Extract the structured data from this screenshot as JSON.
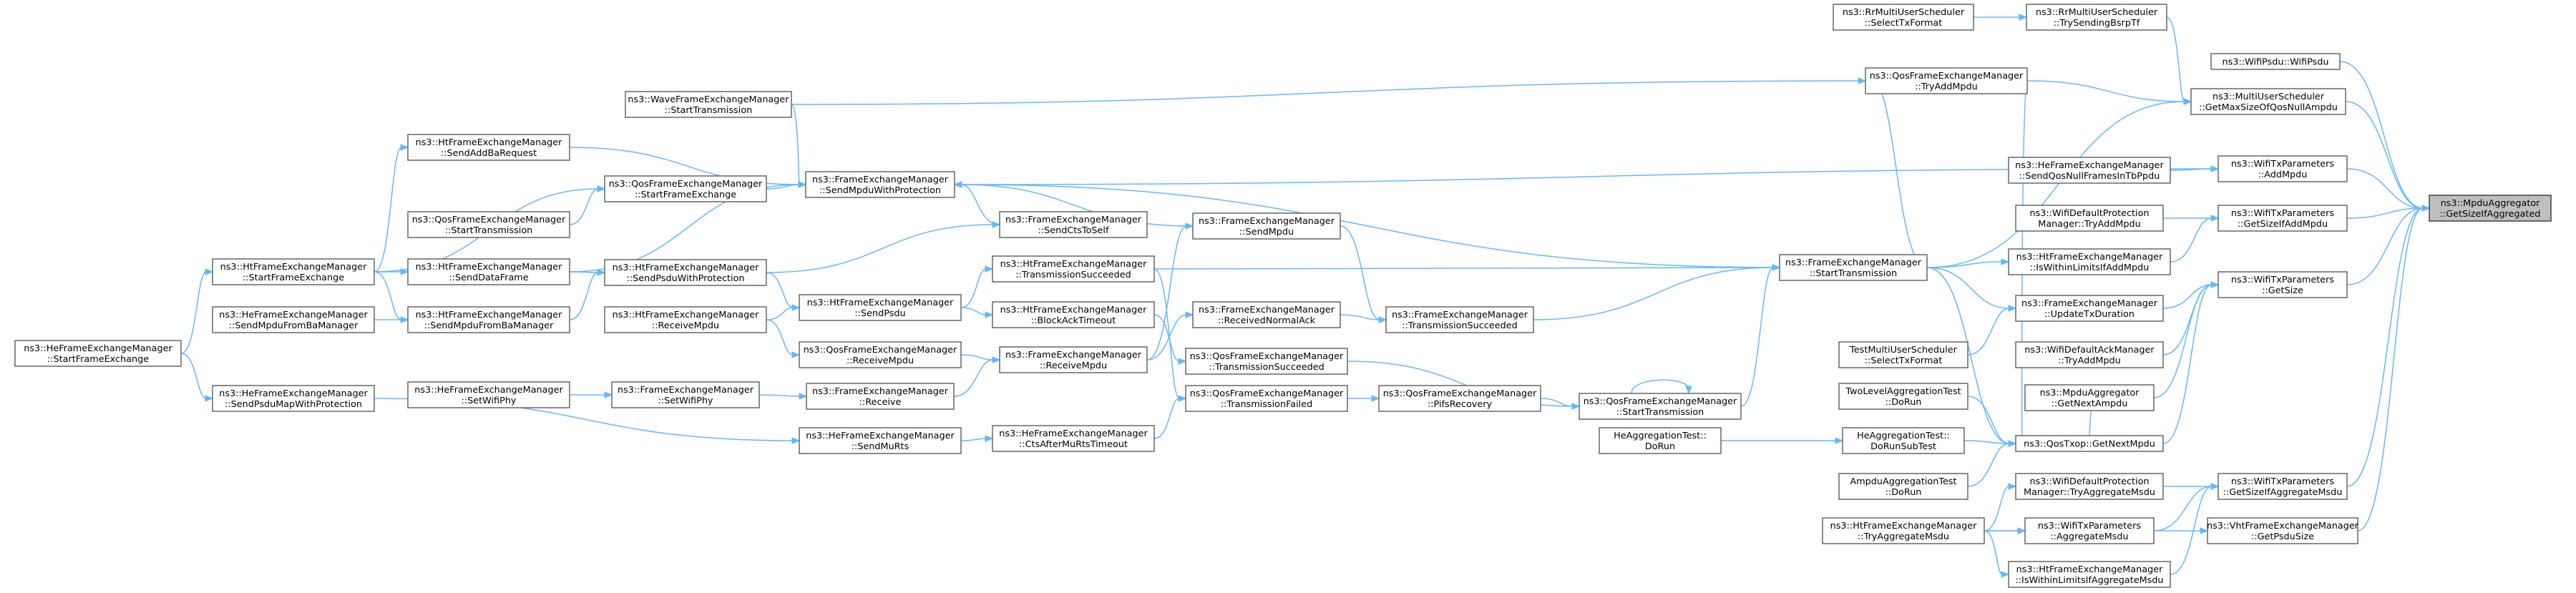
{
  "diagram": {
    "highlight_node": "getsizeifaggregated",
    "nodes": [
      {
        "id": "getsizeifaggregated",
        "lines": [
          "ns3::MpduAggregator",
          "::GetSizeIfAggregated"
        ]
      },
      {
        "id": "wifipsdu",
        "lines": [
          "ns3::WifiPsdu::WifiPsdu"
        ]
      },
      {
        "id": "musched_getmaxsize",
        "lines": [
          "ns3::MultiUserScheduler",
          "::GetMaxSizeOfQosNullAmpdu"
        ]
      },
      {
        "id": "txparams_addmpdu",
        "lines": [
          "ns3::WifiTxParameters",
          "::AddMpdu"
        ]
      },
      {
        "id": "txparams_getsizeifaddmpdu",
        "lines": [
          "ns3::WifiTxParameters",
          "::GetSizeIfAddMpdu"
        ]
      },
      {
        "id": "txparams_getsize",
        "lines": [
          "ns3::WifiTxParameters",
          "::GetSize"
        ]
      },
      {
        "id": "txparams_getsizeifaggmsdu",
        "lines": [
          "ns3::WifiTxParameters",
          "::GetSizeIfAggregateMsdu"
        ]
      },
      {
        "id": "vht_getpsdusize",
        "lines": [
          "ns3::VhtFrameExchangeManager",
          "::GetPsduSize"
        ]
      },
      {
        "id": "rr_selecttxformat",
        "lines": [
          "ns3::RrMultiUserScheduler",
          "::SelectTxFormat"
        ]
      },
      {
        "id": "rr_trysendingbsrptf",
        "lines": [
          "ns3::RrMultiUserScheduler",
          "::TrySendingBsrpTf"
        ]
      },
      {
        "id": "qos_tryaddmpdu",
        "lines": [
          "ns3::QosFrameExchangeManager",
          "::TryAddMpdu"
        ]
      },
      {
        "id": "wave_starttransmission",
        "lines": [
          "ns3::WaveFrameExchangeManager",
          "::StartTransmission"
        ]
      },
      {
        "id": "ht_sendaddbarequest",
        "lines": [
          "ns3::HtFrameExchangeManager",
          "::SendAddBaRequest"
        ]
      },
      {
        "id": "qos_startframeexchange",
        "lines": [
          "ns3::QosFrameExchangeManager",
          "::StartFrameExchange"
        ]
      },
      {
        "id": "qos_starttransmission_left",
        "lines": [
          "ns3::QosFrameExchangeManager",
          "::StartTransmission"
        ]
      },
      {
        "id": "fem_sendmpduwithprotection",
        "lines": [
          "ns3::FrameExchangeManager",
          "::SendMpduWithProtection"
        ]
      },
      {
        "id": "fem_sendctstoself",
        "lines": [
          "ns3::FrameExchangeManager",
          "::SendCtsToSelf"
        ]
      },
      {
        "id": "fem_sendmpdu",
        "lines": [
          "ns3::FrameExchangeManager",
          "::SendMpdu"
        ]
      },
      {
        "id": "ht_startframeexchange",
        "lines": [
          "ns3::HtFrameExchangeManager",
          "::StartFrameExchange"
        ]
      },
      {
        "id": "ht_senddataframe",
        "lines": [
          "ns3::HtFrameExchangeManager",
          "::SendDataFrame"
        ]
      },
      {
        "id": "ht_sendpsduwithprotection",
        "lines": [
          "ns3::HtFrameExchangeManager",
          "::SendPsduWithProtection"
        ]
      },
      {
        "id": "ht_transmissionsucceeded",
        "lines": [
          "ns3::HtFrameExchangeManager",
          "::TransmissionSucceeded"
        ]
      },
      {
        "id": "fem_starttransmission",
        "lines": [
          "ns3::FrameExchangeManager",
          "::StartTransmission"
        ]
      },
      {
        "id": "he_sendmpdufrombamanager",
        "lines": [
          "ns3::HeFrameExchangeManager",
          "::SendMpduFromBaManager"
        ]
      },
      {
        "id": "ht_sendmpdufrombamanager",
        "lines": [
          "ns3::HtFrameExchangeManager",
          "::SendMpduFromBaManager"
        ]
      },
      {
        "id": "ht_sendpsdu",
        "lines": [
          "ns3::HtFrameExchangeManager",
          "::SendPsdu"
        ]
      },
      {
        "id": "ht_blockacktimeout",
        "lines": [
          "ns3::HtFrameExchangeManager",
          "::BlockAckTimeout"
        ]
      },
      {
        "id": "fem_receivednormalack",
        "lines": [
          "ns3::FrameExchangeManager",
          "::ReceivedNormalAck"
        ]
      },
      {
        "id": "fem_transmissionsucceeded",
        "lines": [
          "ns3::FrameExchangeManager",
          "::TransmissionSucceeded"
        ]
      },
      {
        "id": "ht_receivempdu",
        "lines": [
          "ns3::HtFrameExchangeManager",
          "::ReceiveMpdu"
        ]
      },
      {
        "id": "he_startframeexchange",
        "lines": [
          "ns3::HeFrameExchangeManager",
          "::StartFrameExchange"
        ]
      },
      {
        "id": "qos_receivempdu",
        "lines": [
          "ns3::QosFrameExchangeManager",
          "::ReceiveMpdu"
        ]
      },
      {
        "id": "fem_receivempdu",
        "lines": [
          "ns3::FrameExchangeManager",
          "::ReceiveMpdu"
        ]
      },
      {
        "id": "qos_transmissionsucceeded",
        "lines": [
          "ns3::QosFrameExchangeManager",
          "::TransmissionSucceeded"
        ]
      },
      {
        "id": "qos_starttransmission_right",
        "lines": [
          "ns3::QosFrameExchangeManager",
          "::StartTransmission"
        ]
      },
      {
        "id": "he_sendpsdumapwithprotection",
        "lines": [
          "ns3::HeFrameExchangeManager",
          "::SendPsduMapWithProtection"
        ]
      },
      {
        "id": "he_setwifiphy",
        "lines": [
          "ns3::HeFrameExchangeManager",
          "::SetWifiPhy"
        ]
      },
      {
        "id": "fem_setwifiphy",
        "lines": [
          "ns3::FrameExchangeManager",
          "::SetWifiPhy"
        ]
      },
      {
        "id": "fem_receive",
        "lines": [
          "ns3::FrameExchangeManager",
          "::Receive"
        ]
      },
      {
        "id": "qos_transmissionfailed",
        "lines": [
          "ns3::QosFrameExchangeManager",
          "::TransmissionFailed"
        ]
      },
      {
        "id": "qos_pifsrecovery",
        "lines": [
          "ns3::QosFrameExchangeManager",
          "::PifsRecovery"
        ]
      },
      {
        "id": "he_sendmurts",
        "lines": [
          "ns3::HeFrameExchangeManager",
          "::SendMuRts"
        ]
      },
      {
        "id": "he_ctsaftermurtstimeout",
        "lines": [
          "ns3::HeFrameExchangeManager",
          "::CtsAfterMuRtsTimeout"
        ]
      },
      {
        "id": "he_sendqosnullframes",
        "lines": [
          "ns3::HeFrameExchangeManager",
          "::SendQosNullFramesInTbPpdu"
        ]
      },
      {
        "id": "wifidefaultprotection_tryaddmpdu",
        "lines": [
          "ns3::WifiDefaultProtection",
          "Manager::TryAddMpdu"
        ]
      },
      {
        "id": "ht_iswithinlimitsifaddmpdu",
        "lines": [
          "ns3::HtFrameExchangeManager",
          "::IsWithinLimitsIfAddMpdu"
        ]
      },
      {
        "id": "fem_updatetxduration",
        "lines": [
          "ns3::FrameExchangeManager",
          "::UpdateTxDuration"
        ]
      },
      {
        "id": "testmulti_selecttxformat",
        "lines": [
          "TestMultiUserScheduler",
          "::SelectTxFormat"
        ]
      },
      {
        "id": "wifidefaultack_tryaddmpdu",
        "lines": [
          "ns3::WifiDefaultAckManager",
          "::TryAddMpdu"
        ]
      },
      {
        "id": "mpduagg_getnextampdu",
        "lines": [
          "ns3::MpduAggregator",
          "::GetNextAmpdu"
        ]
      },
      {
        "id": "twolevel_dorun",
        "lines": [
          "TwoLevelAggregationTest",
          "::DoRun"
        ]
      },
      {
        "id": "heagg_dorunsubtest",
        "lines": [
          "HeAggregationTest::",
          "DoRunSubTest"
        ]
      },
      {
        "id": "heagg_dorun",
        "lines": [
          "HeAggregationTest::",
          "DoRun"
        ]
      },
      {
        "id": "qostxop_getnextmpdu",
        "lines": [
          "ns3::QosTxop::GetNextMpdu"
        ]
      },
      {
        "id": "ampdu_dorun",
        "lines": [
          "AmpduAggregationTest",
          "::DoRun"
        ]
      },
      {
        "id": "wifidefaultprotection_tryaggmsdu",
        "lines": [
          "ns3::WifiDefaultProtection",
          "Manager::TryAggregateMsdu"
        ]
      },
      {
        "id": "txparams_aggregatemsdu",
        "lines": [
          "ns3::WifiTxParameters",
          "::AggregateMsdu"
        ]
      },
      {
        "id": "ht_tryaggregatemsdu",
        "lines": [
          "ns3::HtFrameExchangeManager",
          "::TryAggregateMsdu"
        ]
      },
      {
        "id": "ht_iswithinlimitsifaggmsdu",
        "lines": [
          "ns3::HtFrameExchangeManager",
          "::IsWithinLimitsIfAggregateMsdu"
        ]
      }
    ]
  }
}
